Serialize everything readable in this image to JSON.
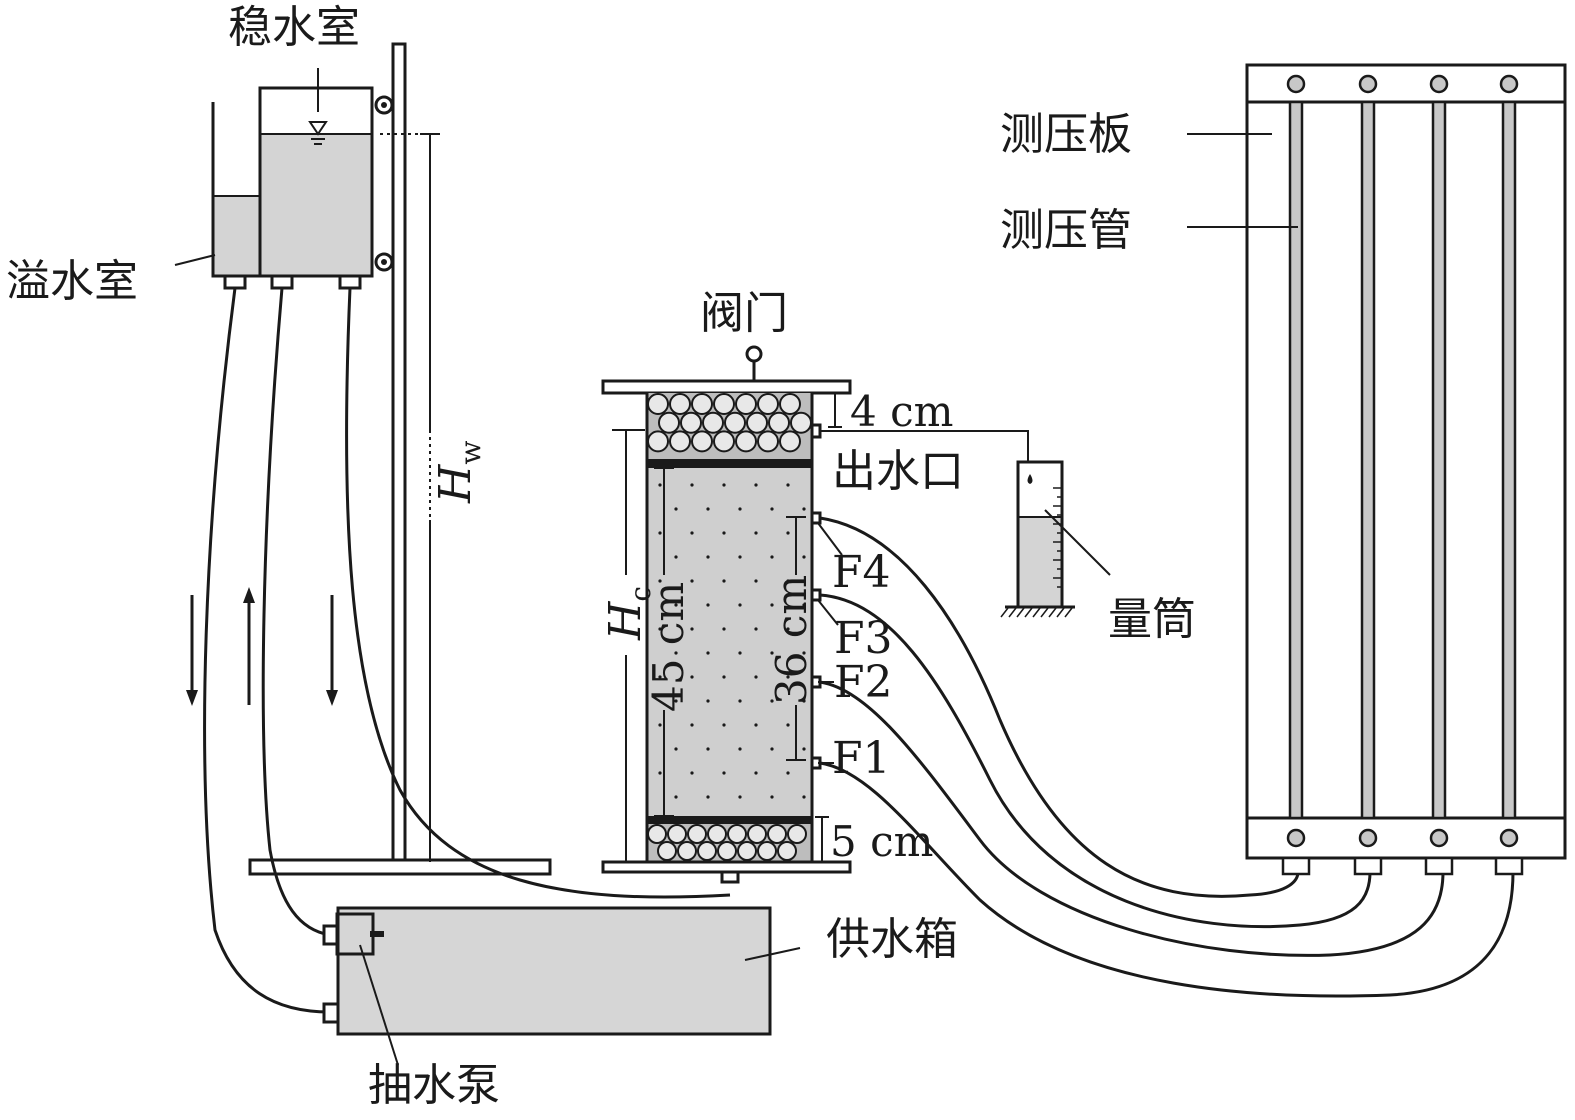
{
  "labels": {
    "stilling_chamber": "稳水室",
    "overflow_chamber": "溢水室",
    "valve": "阀门",
    "outlet": "出水口",
    "measuring_cylinder": "量筒",
    "piezometer_board": "测压板",
    "piezometer_tube": "测压管",
    "water_supply_tank": "供水箱",
    "pump": "抽水泵",
    "hw_main": "H",
    "hw_sub": "w",
    "hc_main": "H",
    "hc_sub": "c",
    "top_gravel_thickness": "4 cm",
    "bottom_gravel_thickness": "5 cm",
    "sample_height": "45 cm",
    "tap_span": "36 cm",
    "tap_f1": "F1",
    "tap_f2": "F2",
    "tap_f3": "F3",
    "tap_f4": "F4"
  },
  "piezometer_tube_count": 4,
  "colors": {
    "line": "#1a1a1a",
    "water": "#d4d4d4",
    "soil": "#cfcfcf",
    "gravel": "#bdbdbd"
  }
}
